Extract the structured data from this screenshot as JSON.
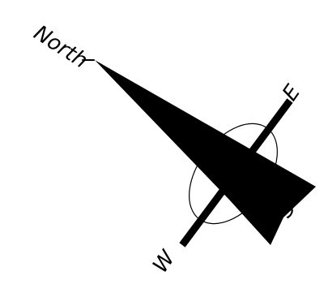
{
  "labels": {
    "north": "North",
    "east": "E",
    "south": "S",
    "west": "W"
  },
  "colors": {
    "ink": "#000000",
    "background": "#ffffff"
  }
}
